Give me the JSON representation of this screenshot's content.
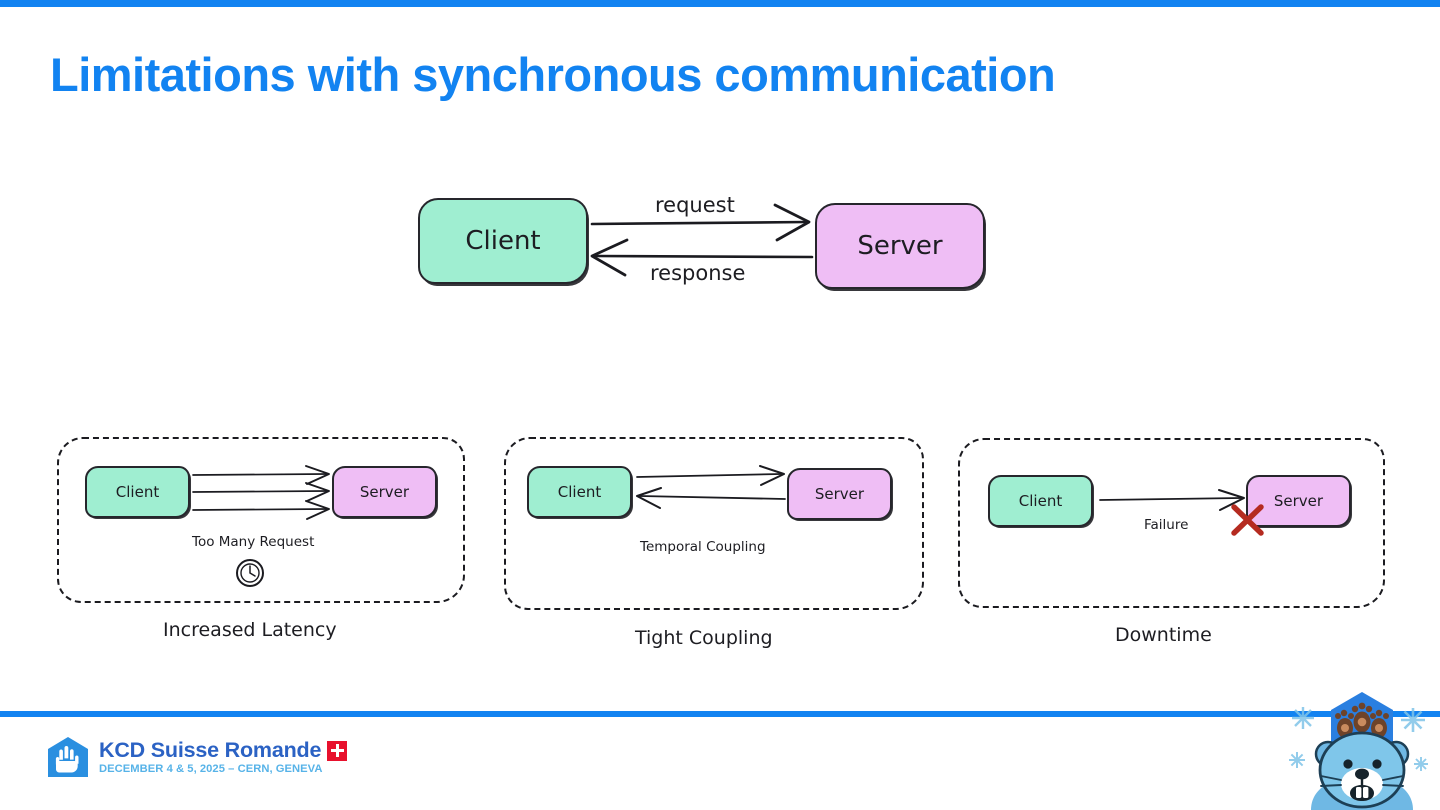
{
  "slide": {
    "title": "Limitations with synchronous communication",
    "accent_color": "#1283F1",
    "background": "#ffffff"
  },
  "main_diagram": {
    "client_label": "Client",
    "server_label": "Server",
    "request_label": "request",
    "response_label": "response",
    "client_color": "#9FEED1",
    "server_color": "#EFBEF5"
  },
  "panels": [
    {
      "caption": "Increased Latency",
      "client_label": "Client",
      "server_label": "Server",
      "note": "Too Many Request",
      "icon": "clock-icon",
      "arrow_count": 3
    },
    {
      "caption": "Tight Coupling",
      "client_label": "Client",
      "server_label": "Server",
      "note": "Temporal Coupling",
      "icon": "",
      "arrow_count": 2
    },
    {
      "caption": "Downtime",
      "client_label": "Client",
      "server_label": "Server",
      "note": "Failure",
      "icon": "red-x-icon",
      "arrow_count": 1,
      "failure_color": "#B52B20"
    }
  ],
  "footer": {
    "logo_title": "KCD Suisse Romande",
    "logo_subtitle": "DECEMBER 4 & 5, 2025 – CERN, GENEVA",
    "flag_icon": "swiss-flag-icon",
    "hands_icon": "kcd-hands-icon",
    "mascot_icon": "marmot-mascot-icon",
    "title_color": "#2B62C4",
    "subtitle_color": "#57B3E8"
  }
}
